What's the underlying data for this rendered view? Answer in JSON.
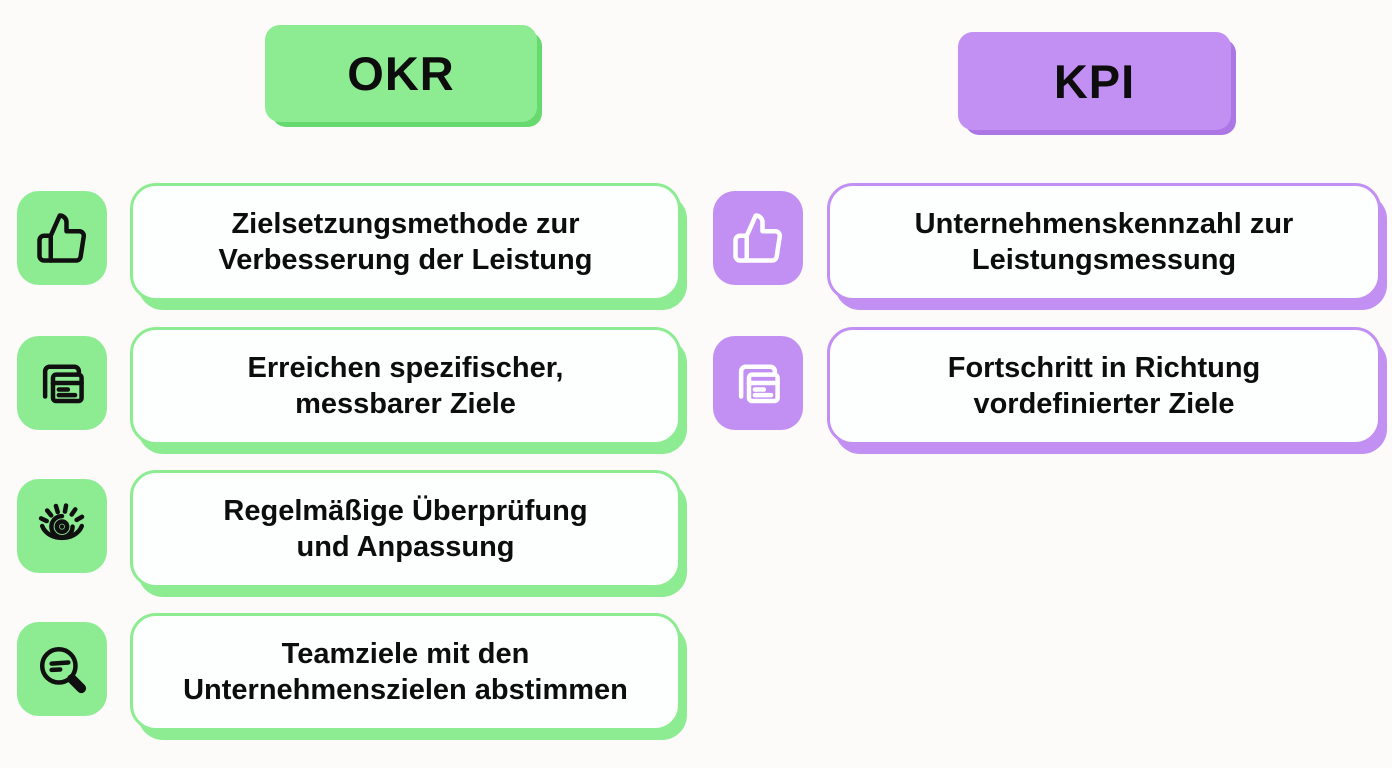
{
  "columns": [
    {
      "header": "OKR",
      "accent": "#8DEC92",
      "accent_dark": "#67DA6F",
      "icon_stroke": "#101010",
      "card_background": "#FDFFFE",
      "text_color": "#0D0D0D",
      "rows": [
        {
          "icon": "thumbs-up-icon",
          "text": "Zielsetzungsmethode zur\nVerbesserung der Leistung"
        },
        {
          "icon": "documents-icon",
          "text": "Erreichen spezifischer,\nmessbarer Ziele"
        },
        {
          "icon": "eye-icon",
          "text": "Regelmäßige Überprüfung\nund Anpassung"
        },
        {
          "icon": "magnifier-icon",
          "text": "Teamziele mit den\nUnternehmenszielen abstimmen"
        }
      ]
    },
    {
      "header": "KPI",
      "accent": "#C28FF2",
      "accent_dark": "#AC76E5",
      "icon_stroke": "#FFFFFF",
      "card_background": "#FDFEFF",
      "text_color": "#0D0D0D",
      "rows": [
        {
          "icon": "thumbs-up-icon",
          "text": "Unternehmenskennzahl zur\nLeistungsmessung"
        },
        {
          "icon": "documents-icon",
          "text": "Fortschritt in Richtung\nvordefinierter Ziele"
        }
      ]
    }
  ]
}
